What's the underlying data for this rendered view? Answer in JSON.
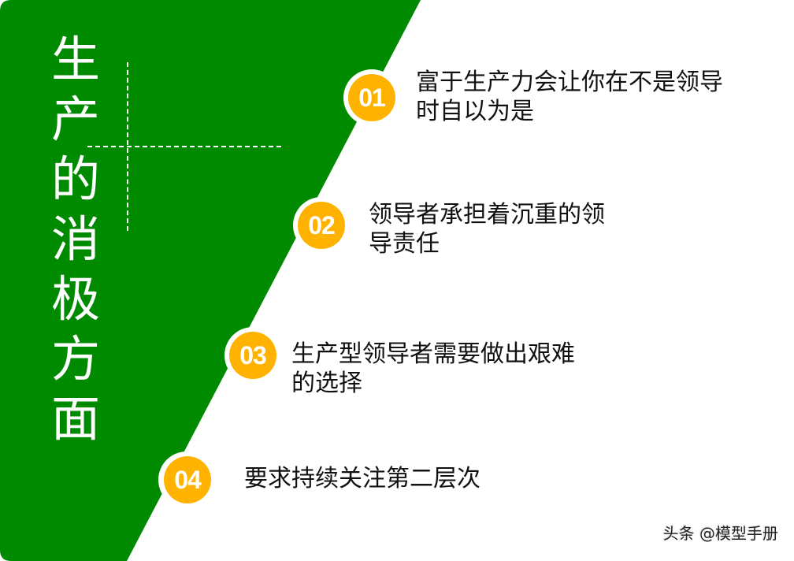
{
  "slide": {
    "title": "生产的消极方面",
    "title_chars": [
      "生",
      "产",
      "的",
      "消",
      "极",
      "方",
      "面"
    ],
    "colors": {
      "green": "#008A00",
      "badge_orange": "#FFB300",
      "text": "#111111",
      "background": "#FFFFFF"
    },
    "items": [
      {
        "number": "01",
        "text": "富于生产力会让你在不是领导\n时自以为是"
      },
      {
        "number": "02",
        "text": "领导者承担着沉重的领\n导责任"
      },
      {
        "number": "03",
        "text": "生产型领导者需要做出艰难\n的选择"
      },
      {
        "number": "04",
        "text": "要求持续关注第二层次"
      }
    ],
    "watermark": "头条 @模型手册"
  }
}
